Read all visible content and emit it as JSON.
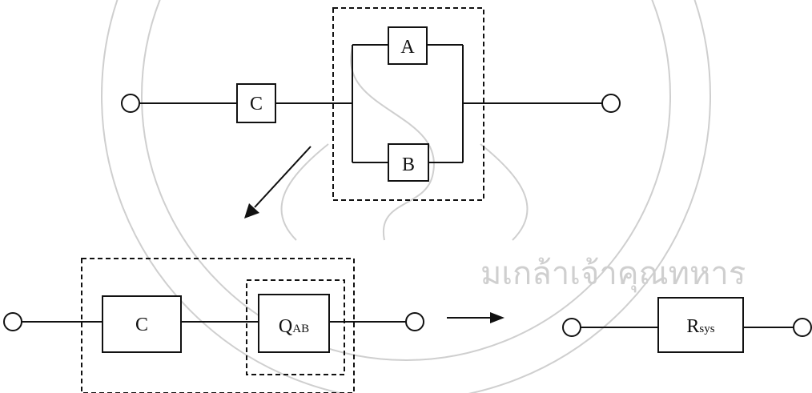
{
  "top_diagram": {
    "block_c": "C",
    "block_a": "A",
    "block_b": "B"
  },
  "bottom_diagram": {
    "block_c": "C",
    "block_q_main": "Q",
    "block_q_sub": "AB"
  },
  "result": {
    "block_r_main": "R",
    "block_r_sub": "sys"
  },
  "watermark": {
    "text": "มเกล้าเจ้าคุณทหาร",
    "color": "#cfcfcf"
  }
}
